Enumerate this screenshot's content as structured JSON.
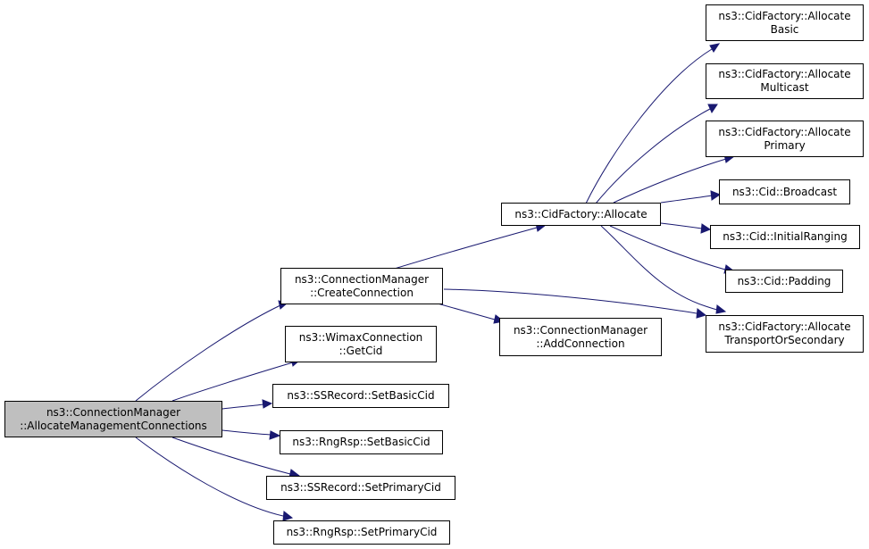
{
  "colors": {
    "edge": "#191970",
    "root_fill": "#bfbfbf",
    "node_fill": "#ffffff",
    "border": "#000000"
  },
  "nodes": {
    "root": "ns3::ConnectionManager\n::AllocateManagementConnections",
    "create_connection": "ns3::ConnectionManager\n::CreateConnection",
    "get_cid": "ns3::WimaxConnection\n::GetCid",
    "ssrecord_set_basic_cid": "ns3::SSRecord::SetBasicCid",
    "rngrsp_set_basic_cid": "ns3::RngRsp::SetBasicCid",
    "ssrecord_set_primary_cid": "ns3::SSRecord::SetPrimaryCid",
    "rngrsp_set_primary_cid": "ns3::RngRsp::SetPrimaryCid",
    "cidfactory_allocate": "ns3::CidFactory::Allocate",
    "add_connection": "ns3::ConnectionManager\n::AddConnection",
    "allocate_basic": "ns3::CidFactory::Allocate\nBasic",
    "allocate_multicast": "ns3::CidFactory::Allocate\nMulticast",
    "allocate_primary": "ns3::CidFactory::Allocate\nPrimary",
    "cid_broadcast": "ns3::Cid::Broadcast",
    "cid_initial_ranging": "ns3::Cid::InitialRanging",
    "cid_padding": "ns3::Cid::Padding",
    "allocate_transport_or_secondary": "ns3::CidFactory::Allocate\nTransportOrSecondary"
  }
}
